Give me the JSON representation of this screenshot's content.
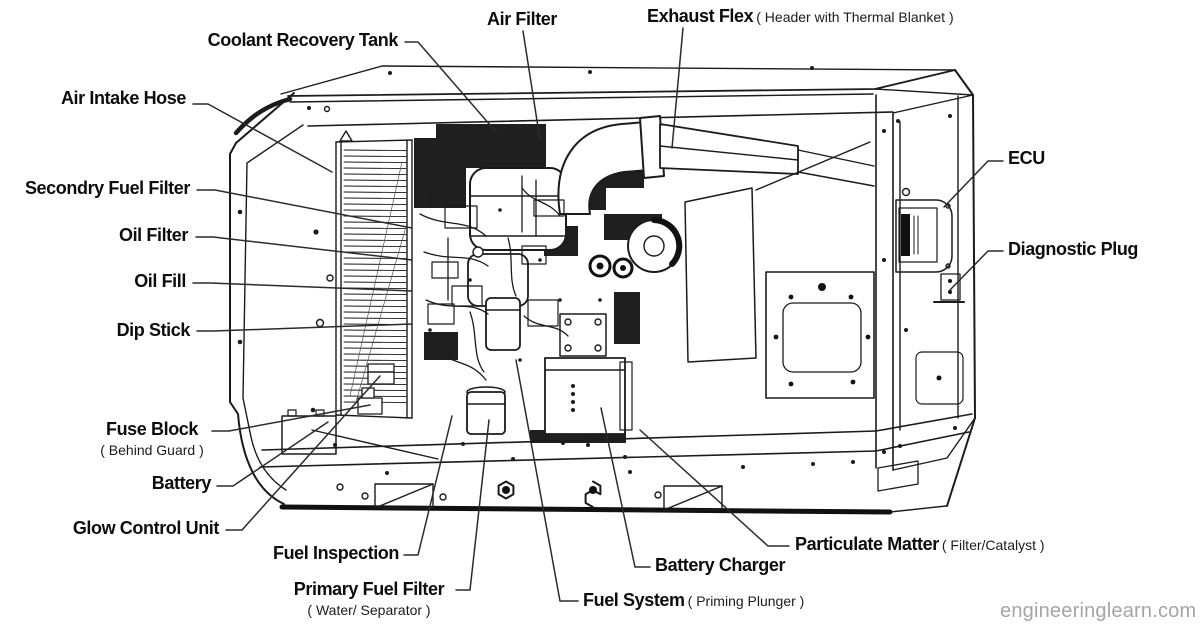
{
  "diagram_title": "Generator engine compartment parts diagram",
  "labels": {
    "coolant_recovery_tank": {
      "text": "Coolant Recovery Tank"
    },
    "air_filter": {
      "text": "Air Filter"
    },
    "exhaust_flex": {
      "text": "Exhaust Flex",
      "note": "( Header with Thermal Blanket )"
    },
    "air_intake_hose": {
      "text": "Air Intake Hose"
    },
    "secondry_fuel_filter": {
      "text": "Secondry Fuel Filter"
    },
    "oil_filter": {
      "text": "Oil Filter"
    },
    "oil_fill": {
      "text": "Oil Fill"
    },
    "dip_stick": {
      "text": "Dip Stick"
    },
    "ecu": {
      "text": "ECU"
    },
    "diagnostic_plug": {
      "text": "Diagnostic Plug"
    },
    "fuse_block": {
      "text": "Fuse Block",
      "note": "( Behind Guard )"
    },
    "battery": {
      "text": "Battery"
    },
    "glow_control_unit": {
      "text": "Glow Control Unit"
    },
    "fuel_inspection": {
      "text": "Fuel Inspection"
    },
    "primary_fuel_filter": {
      "text": "Primary Fuel Filter",
      "note": "( Water/ Separator )"
    },
    "fuel_system": {
      "text": "Fuel System",
      "note": "( Priming Plunger )"
    },
    "battery_charger": {
      "text": "Battery Charger"
    },
    "particulate_matter": {
      "text": "Particulate Matter",
      "note": "( Filter/Catalyst )"
    }
  },
  "watermark": "engineeringlearn.com",
  "colors": {
    "line": "#1b1b1b",
    "label_text": "#0d0d0d",
    "watermark": "#a5a5a5",
    "background": "#ffffff"
  }
}
